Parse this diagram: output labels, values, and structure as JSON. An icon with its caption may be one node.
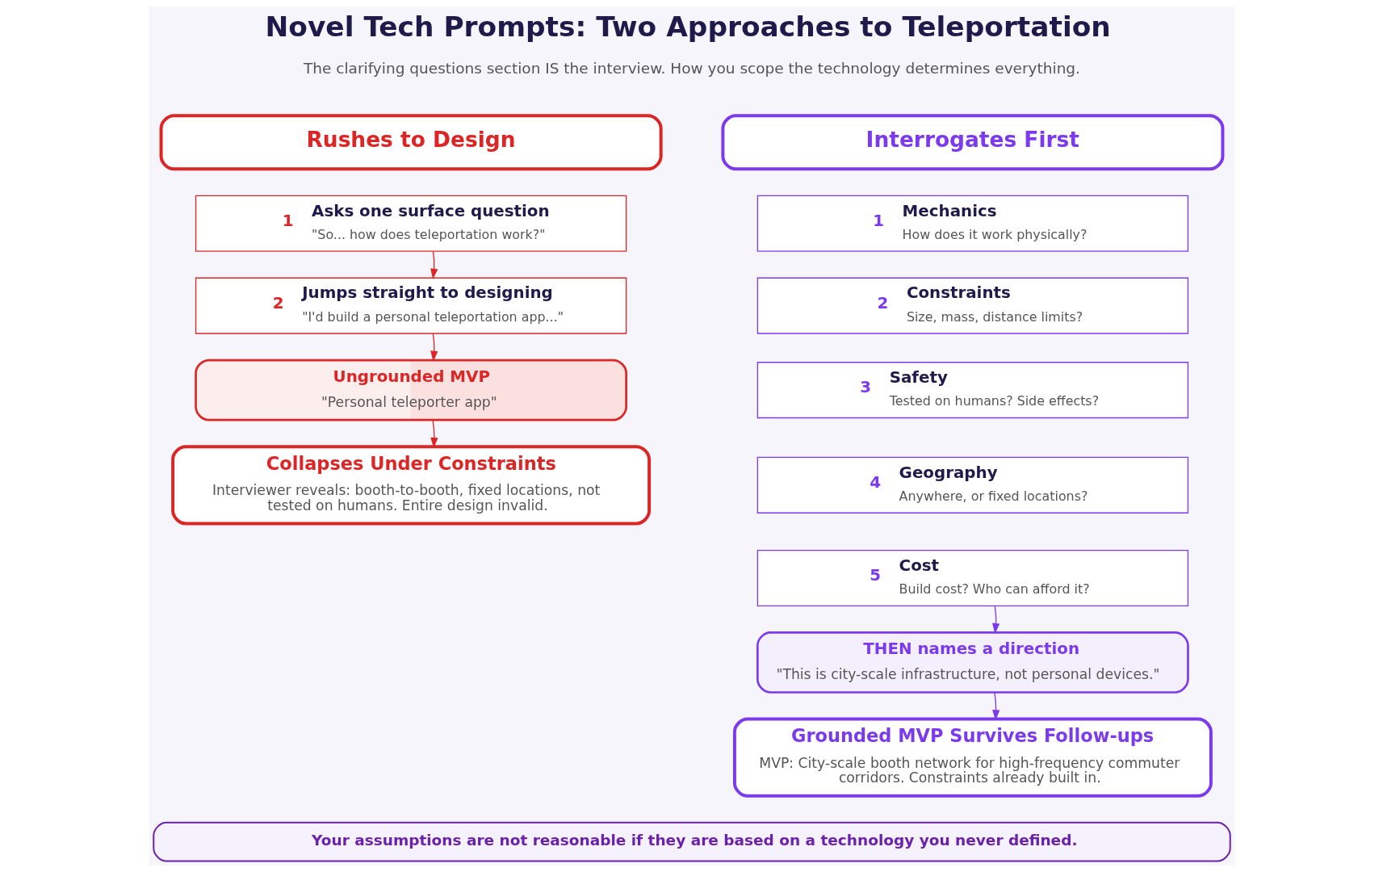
{
  "diagram": {
    "title": "Novel Tech Prompts: Two Approaches to Teleportation",
    "nodes": [
      {
        "text": [
          "Rushes to Design"
        ]
      },
      {
        "text": [
          "1",
          "Asks one surface question",
          "\"So... how does teleportation work?\""
        ]
      },
      {
        "text": [
          "2",
          "Jumps straight to designing",
          "\"I'd build a personal teleportation app...\""
        ]
      },
      {
        "text": [
          "Ungrounded MVP",
          "\"Personal teleporter app\""
        ]
      },
      {
        "text": [
          "Collapses Under Constraints",
          "Interviewer reveals: booth-to-booth, fixed locations, not tested on humans. Entire design invalid."
        ]
      },
      {
        "text": [
          "Interrogates First"
        ]
      },
      {
        "text": [
          "1",
          "Mechanics",
          "How does it work physically?"
        ]
      },
      {
        "text": [
          "2",
          "Constraints",
          "Size, mass, distance limits?"
        ]
      },
      {
        "text": [
          "3",
          "Safety",
          "Tested on humans? Side effects?"
        ]
      },
      {
        "text": [
          "4",
          "Geography",
          "Anywhere, or fixed locations?"
        ]
      },
      {
        "text": [
          "5",
          "Cost",
          "Build cost? Who can afford it?"
        ]
      },
      {
        "text": [
          "THEN names a direction",
          "\"This is city-scale infrastructure, not personal devices.\""
        ]
      },
      {
        "text": [
          "Grounded MVP Survives Follow-ups",
          "MVP: City-scale booth network for high-frequency commuter corridors. Constraints already built in."
        ]
      },
      {
        "text": [
          "Your assumptions are not reasonable if they are based on a technology you never defined."
        ]
      }
    ],
    "edges": [
      {
        "from": 1,
        "to": 2,
        "arrow": "to",
        "color": "#dc2626"
      },
      {
        "from": 2,
        "to": 3,
        "arrow": "to",
        "color": "#dc2626"
      },
      {
        "from": 3,
        "to": 4,
        "arrow": "to",
        "color": "#dc2626"
      },
      {
        "from": 10,
        "to": 11,
        "arrow": "to",
        "color": "#7c3aed"
      },
      {
        "from": 11,
        "to": 12,
        "arrow": "to",
        "color": "#7c3aed"
      }
    ],
    "labels": [
      "The clarifying questions section IS the interview. How you scope the technology determines everything."
    ]
  }
}
